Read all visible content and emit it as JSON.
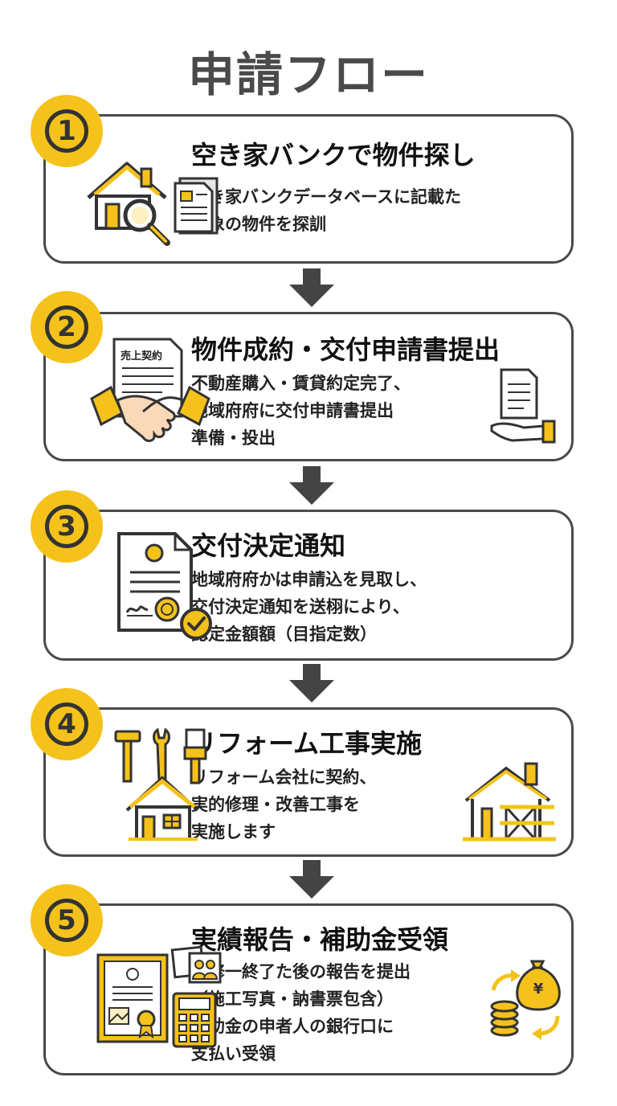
{
  "page_title": "申請フロー",
  "colors": {
    "accent": "#f4c21b",
    "border": "#4a4a4a",
    "text": "#1a1a1a"
  },
  "steps": [
    {
      "number": "1",
      "title": "空き家バンクで物件探し",
      "lines": [
        "空き家バンクデータベースに記載た",
        "対象の物件を探訓"
      ],
      "icons": [
        "house-search-icon",
        "document-icon"
      ]
    },
    {
      "number": "2",
      "title": "物件成約・交付申請書提出",
      "lines": [
        "不動産購入・賃貸約定完了、",
        "地域府府に交付申請書提出",
        "準備・投出"
      ],
      "contract_label": "売上契約",
      "icons": [
        "handshake-contract-icon",
        "hand-document-icon"
      ]
    },
    {
      "number": "3",
      "title": "交付決定通知",
      "lines": [
        "地域府府かは申請込を見取し、",
        "交付決定通知を送栩により、",
        "認定金額額（目指定数）"
      ],
      "icons": [
        "certificate-check-icon"
      ]
    },
    {
      "number": "4",
      "title": "リフォーム工事実施",
      "lines": [
        "リフォーム会社に契約、",
        "実的修理・改善工事を",
        "実施します"
      ],
      "icons": [
        "tools-house-icon",
        "construction-house-icon"
      ]
    },
    {
      "number": "5",
      "title": "実績報告・補助金受領",
      "lines": [
        "改修一終了た後の報告を提出",
        "（施工写真・訥書票包含）",
        "補助金の申者人の銀行口に",
        "支払い受領"
      ],
      "yen_symbol": "¥",
      "icons": [
        "certificate-icon",
        "photos-icon",
        "calculator-icon",
        "money-exchange-icon"
      ]
    }
  ]
}
